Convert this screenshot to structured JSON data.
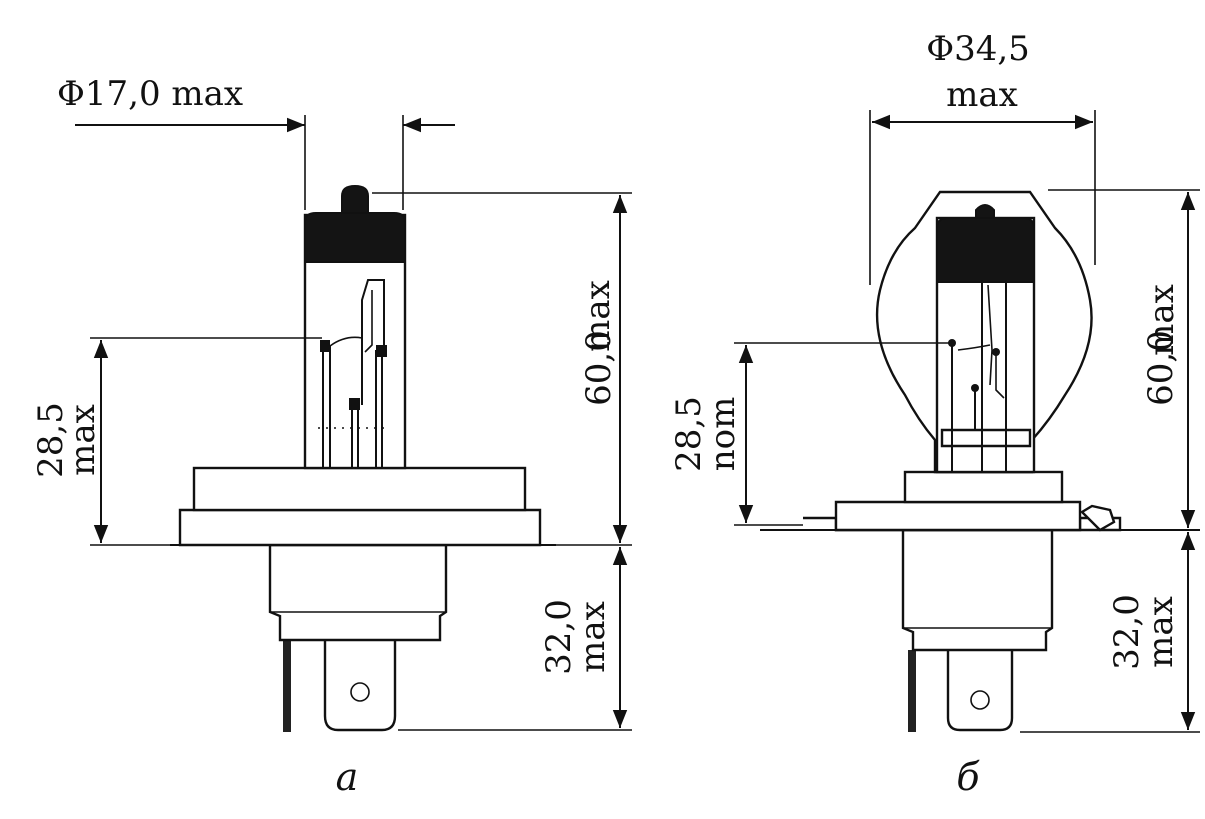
{
  "figure_a": {
    "caption": "a",
    "dim_diameter": "Φ17,0 max",
    "dim_filament_value": "28,5",
    "dim_filament_qual": "max",
    "dim_height_value": "60,0",
    "dim_height_qual": "max",
    "dim_base_value": "32,0",
    "dim_base_qual": "max"
  },
  "figure_b": {
    "caption": "б",
    "dim_diameter_value": "Φ34,5",
    "dim_diameter_qual": "max",
    "dim_filament_value": "28,5",
    "dim_filament_qual": "nom",
    "dim_height_value": "60,0",
    "dim_height_qual": "max",
    "dim_base_value": "32,0",
    "dim_base_qual": "max"
  }
}
